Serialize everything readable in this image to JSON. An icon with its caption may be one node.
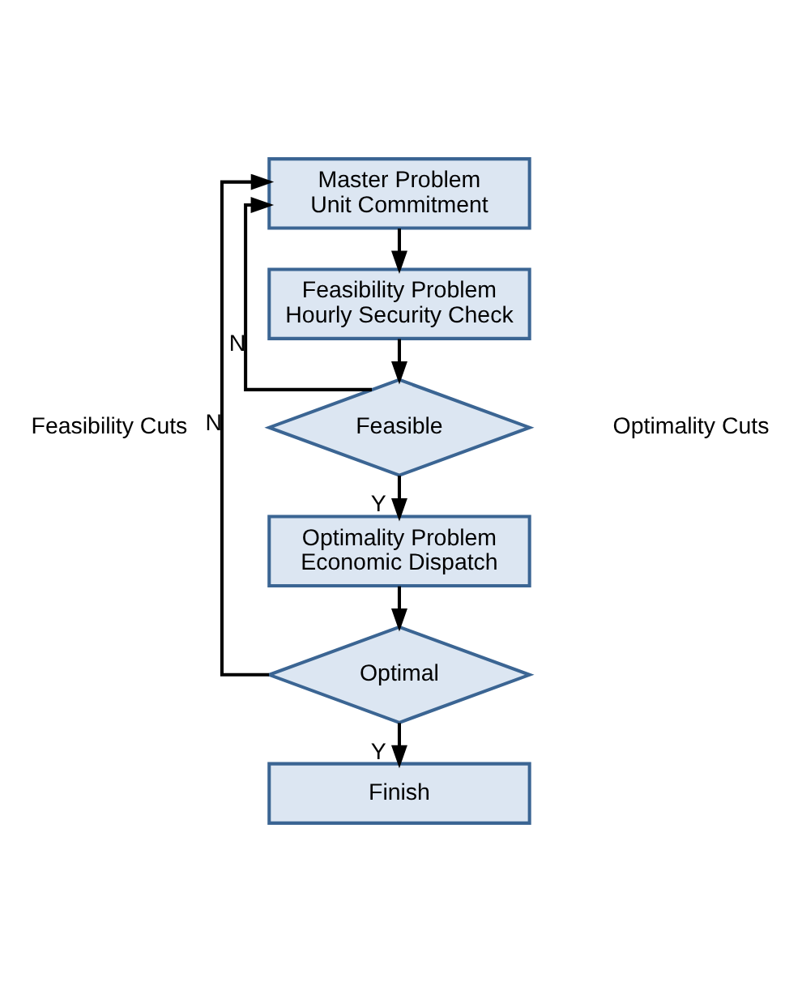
{
  "diagram": {
    "nodes": [
      {
        "text": [
          "Master Problem",
          "Unit Commitment"
        ]
      },
      {
        "text": [
          "Feasibility Problem",
          "Hourly Security Check"
        ]
      },
      {
        "text": [
          "Feasible"
        ]
      },
      {
        "text": [
          "Optimality Problem",
          "Economic Dispatch"
        ]
      },
      {
        "text": [
          "Optimal"
        ]
      },
      {
        "text": [
          "Finish"
        ]
      }
    ],
    "edges": [
      {
        "from": 0,
        "to": 1,
        "arrow": "to"
      },
      {
        "from": 1,
        "to": 2,
        "arrow": "to"
      },
      {
        "from": 2,
        "to": 0,
        "arrow": "to",
        "label": "N"
      },
      {
        "from": 2,
        "to": 3,
        "arrow": "to",
        "label": "Y"
      },
      {
        "from": 3,
        "to": 4,
        "arrow": "to"
      },
      {
        "from": 4,
        "to": 0,
        "arrow": "to",
        "label": "N"
      },
      {
        "from": 4,
        "to": 5,
        "arrow": "to",
        "label": "Y"
      }
    ],
    "labels": [
      "Feasibility Cuts",
      "Optimality Cuts"
    ]
  }
}
